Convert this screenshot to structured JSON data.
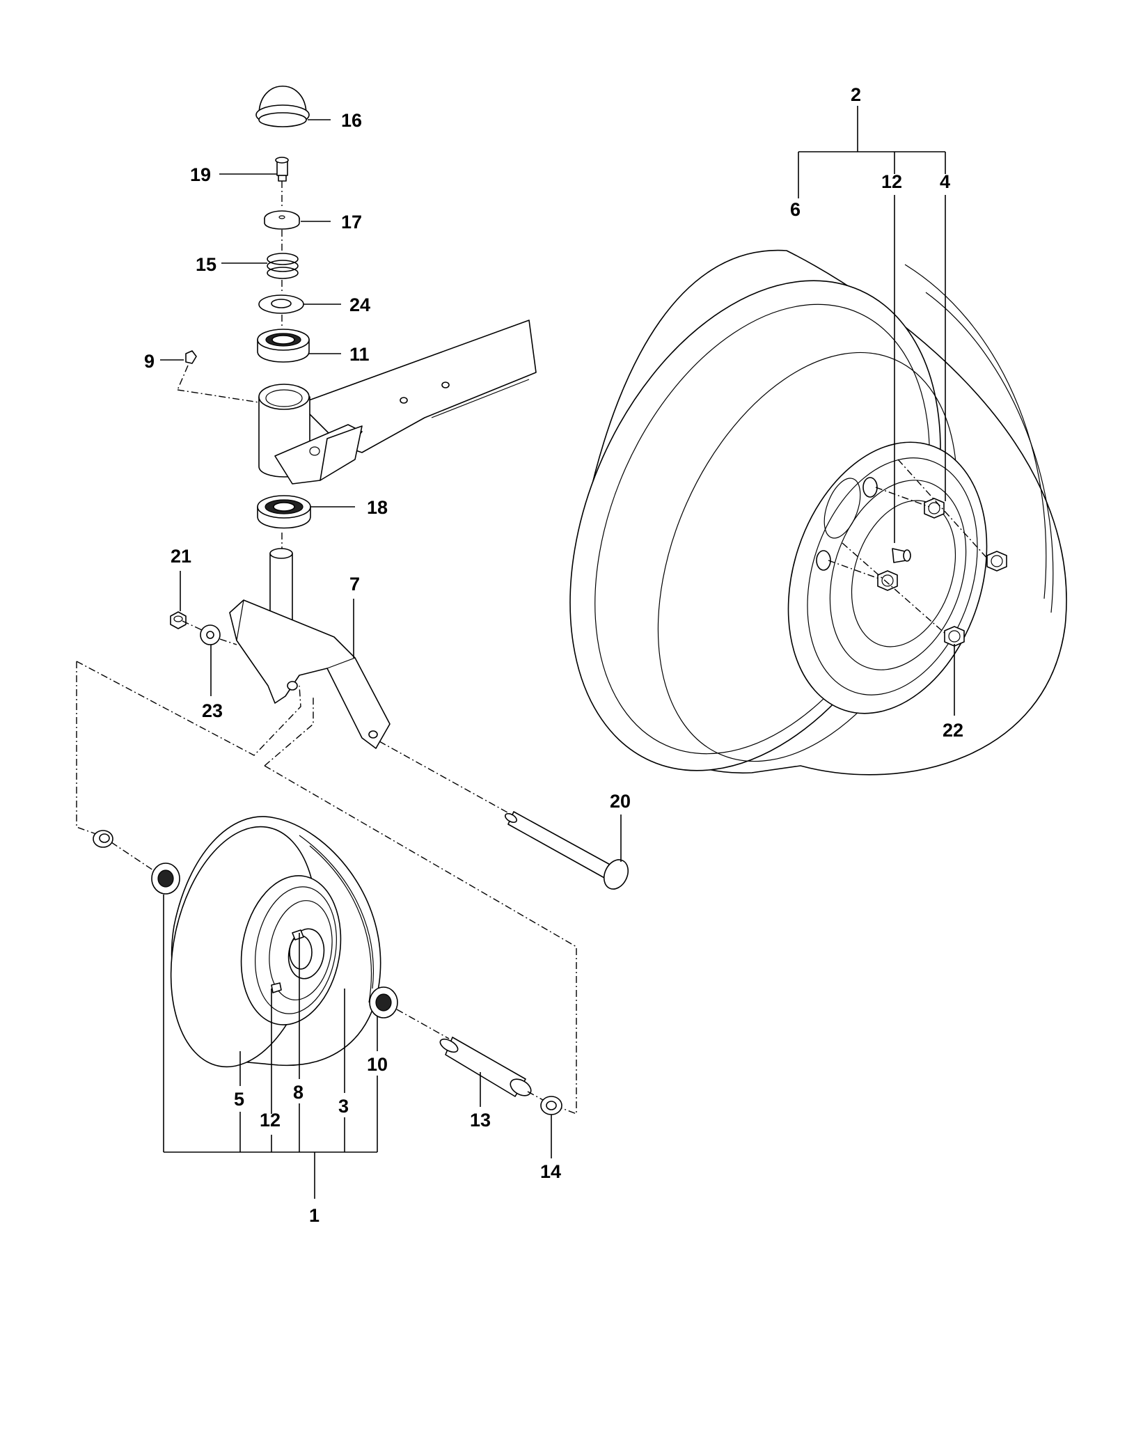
{
  "diagram": {
    "callouts": {
      "p1": "1",
      "p2": "2",
      "p3": "3",
      "p4": "4",
      "p5": "5",
      "p6": "6",
      "p7": "7",
      "p8": "8",
      "p9": "9",
      "p10": "10",
      "p11": "11",
      "p12a": "12",
      "p12b": "12",
      "p13": "13",
      "p14": "14",
      "p15": "15",
      "p16": "16",
      "p17": "17",
      "p18": "18",
      "p19": "19",
      "p20": "20",
      "p21": "21",
      "p22": "22",
      "p23": "23",
      "p24": "24"
    }
  }
}
